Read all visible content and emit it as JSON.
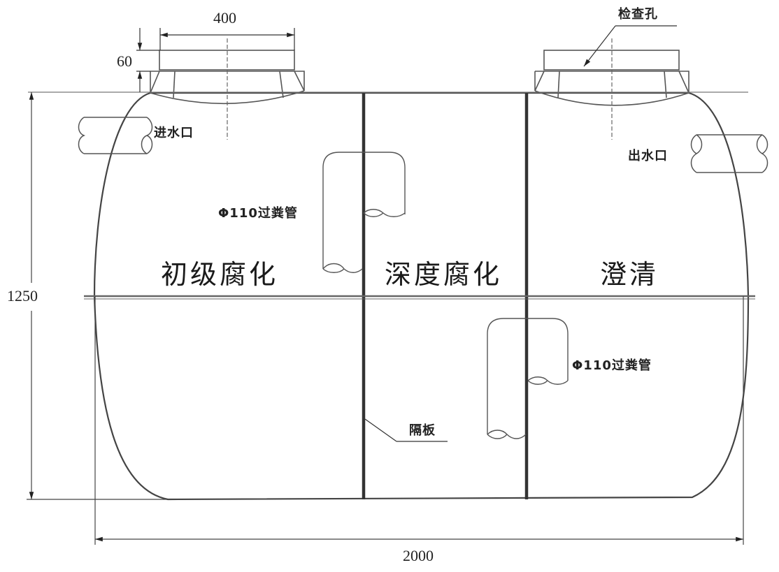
{
  "diagram": {
    "type": "technical-drawing",
    "subject": "three-chamber septic tank cross section",
    "dimensions": {
      "width": "2000",
      "height": "1250",
      "inspection_opening_diameter": "400",
      "inspection_riser_height": "60"
    },
    "labels": {
      "inspection_hole": "检查孔",
      "inlet": "进水口",
      "outlet": "出水口",
      "pipe_1": "Φ110过粪管",
      "pipe_2": "Φ110过粪管",
      "partition": "隔板"
    },
    "chambers": [
      {
        "label": "初级腐化"
      },
      {
        "label": "深度腐化"
      },
      {
        "label": "澄清"
      }
    ]
  }
}
